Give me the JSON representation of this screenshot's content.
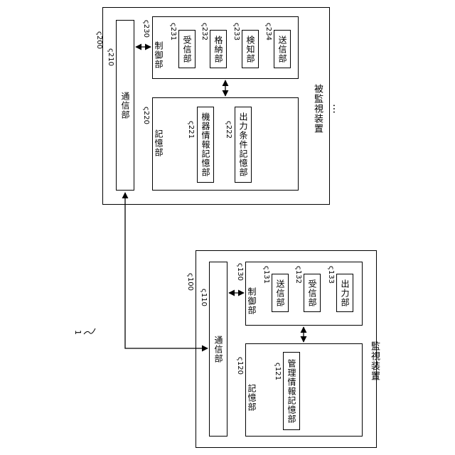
{
  "figure_ref": "1",
  "monitored_device": {
    "ref": "200",
    "name": "被監視装置",
    "comm": {
      "ref": "210",
      "label": "通信部"
    },
    "control": {
      "ref": "230",
      "label": "制御部",
      "units": [
        {
          "ref": "231",
          "label": "受信部"
        },
        {
          "ref": "232",
          "label": "格納部"
        },
        {
          "ref": "233",
          "label": "検知部"
        },
        {
          "ref": "234",
          "label": "送信部"
        }
      ]
    },
    "storage": {
      "ref": "220",
      "label": "記憶部",
      "units": [
        {
          "ref": "221",
          "label": "機器情報記憶部"
        },
        {
          "ref": "222",
          "label": "出力条件記憶部"
        }
      ]
    },
    "ellipsis": "…"
  },
  "monitoring_device": {
    "ref": "100",
    "name": "監視装置",
    "comm": {
      "ref": "110",
      "label": "通信部"
    },
    "control": {
      "ref": "130",
      "label": "制御部",
      "units": [
        {
          "ref": "131",
          "label": "送信部"
        },
        {
          "ref": "132",
          "label": "受信部"
        },
        {
          "ref": "133",
          "label": "出力部"
        }
      ]
    },
    "storage": {
      "ref": "120",
      "label": "記憶部",
      "units": [
        {
          "ref": "121",
          "label": "管理情報記憶部"
        }
      ]
    }
  }
}
